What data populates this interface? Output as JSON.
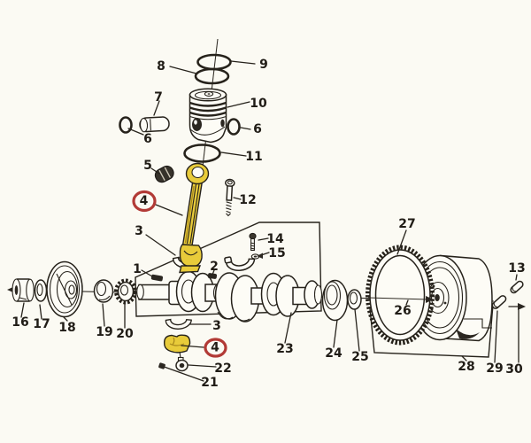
{
  "diagram": {
    "background_color": "#fbfaf3",
    "line_color": "#26221b",
    "highlighted_part_fill": "#e8cb3a",
    "highlight_circle_color": "#b23a36",
    "circled_part_number": "4"
  },
  "callouts": [
    {
      "label": "1",
      "circled": false
    },
    {
      "label": "2",
      "circled": false
    },
    {
      "label": "3",
      "circled": false
    },
    {
      "label": "3",
      "circled": false
    },
    {
      "label": "4",
      "circled": true
    },
    {
      "label": "4",
      "circled": true
    },
    {
      "label": "5",
      "circled": false
    },
    {
      "label": "6",
      "circled": false
    },
    {
      "label": "6",
      "circled": false
    },
    {
      "label": "7",
      "circled": false
    },
    {
      "label": "8",
      "circled": false
    },
    {
      "label": "9",
      "circled": false
    },
    {
      "label": "10",
      "circled": false
    },
    {
      "label": "11",
      "circled": false
    },
    {
      "label": "12",
      "circled": false
    },
    {
      "label": "13",
      "circled": false
    },
    {
      "label": "14",
      "circled": false
    },
    {
      "label": "15",
      "circled": false
    },
    {
      "label": "16",
      "circled": false
    },
    {
      "label": "17",
      "circled": false
    },
    {
      "label": "18",
      "circled": false
    },
    {
      "label": "19",
      "circled": false
    },
    {
      "label": "20",
      "circled": false
    },
    {
      "label": "21",
      "circled": false
    },
    {
      "label": "22",
      "circled": false
    },
    {
      "label": "23",
      "circled": false
    },
    {
      "label": "24",
      "circled": false
    },
    {
      "label": "25",
      "circled": false
    },
    {
      "label": "26",
      "circled": false
    },
    {
      "label": "27",
      "circled": false
    },
    {
      "label": "28",
      "circled": false
    },
    {
      "label": "29",
      "circled": false
    },
    {
      "label": "30",
      "circled": false
    }
  ]
}
